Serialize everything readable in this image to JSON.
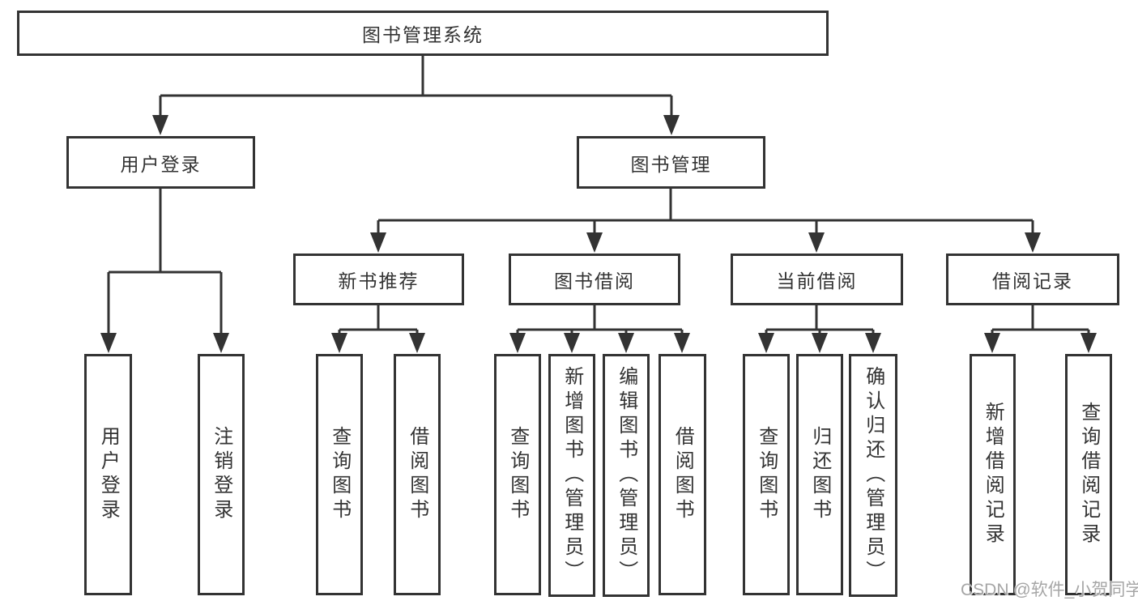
{
  "diagram": {
    "root": {
      "label": "图书管理系统"
    },
    "branches": {
      "user_login": {
        "label": "用户登录",
        "children": [
          {
            "label": "用户登录"
          },
          {
            "label": "注销登录"
          }
        ]
      },
      "book_management": {
        "label": "图书管理",
        "sections": [
          {
            "label": "新书推荐",
            "children": [
              {
                "label": "查询图书"
              },
              {
                "label": "借阅图书"
              }
            ]
          },
          {
            "label": "图书借阅",
            "children": [
              {
                "label": "查询图书"
              },
              {
                "label": "新增图书（管理员）"
              },
              {
                "label": "编辑图书（管理员）"
              },
              {
                "label": "借阅图书"
              }
            ]
          },
          {
            "label": "当前借阅",
            "children": [
              {
                "label": "查询图书"
              },
              {
                "label": "归还图书"
              },
              {
                "label": "确认归还（管理员）"
              }
            ]
          },
          {
            "label": "借阅记录",
            "children": [
              {
                "label": "新增借阅记录"
              },
              {
                "label": "查询借阅记录"
              }
            ]
          }
        ]
      }
    }
  },
  "watermark": {
    "text": "CSDN @软件_小贺同学",
    "color": "#a6a6a6"
  },
  "colors": {
    "line": "#333333",
    "box_border": "#333333",
    "text": "#333333",
    "watermark": "#a6a6a6",
    "background": "#ffffff"
  }
}
